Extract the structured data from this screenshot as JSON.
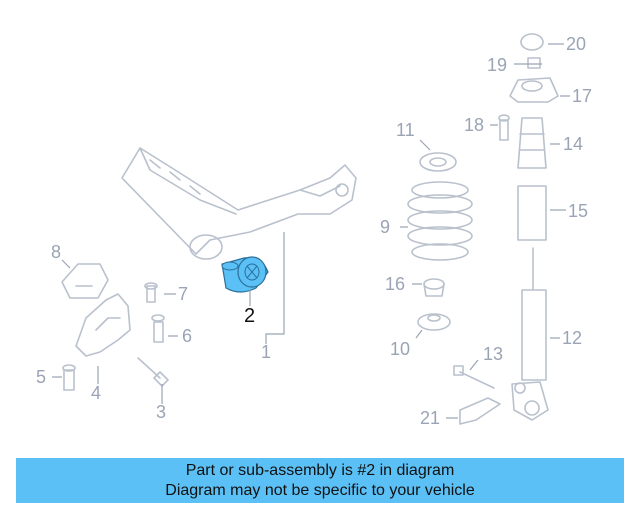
{
  "diagram": {
    "highlight_color": "#5bc0f5",
    "line_color": "#b9c1cd",
    "callout_color": "#9aa4b5",
    "highlighted_part": "2",
    "callouts": {
      "c1": "1",
      "c2": "2",
      "c3": "3",
      "c4": "4",
      "c5": "5",
      "c6": "6",
      "c7": "7",
      "c8": "8",
      "c9": "9",
      "c10": "10",
      "c11": "11",
      "c12": "12",
      "c13": "13",
      "c14": "14",
      "c15": "15",
      "c16": "16",
      "c17": "17",
      "c18": "18",
      "c19": "19",
      "c20": "20",
      "c21": "21"
    }
  },
  "banner": {
    "line1": "Part or sub-assembly is #2 in diagram",
    "line2": "Diagram may not be specific to your vehicle"
  }
}
